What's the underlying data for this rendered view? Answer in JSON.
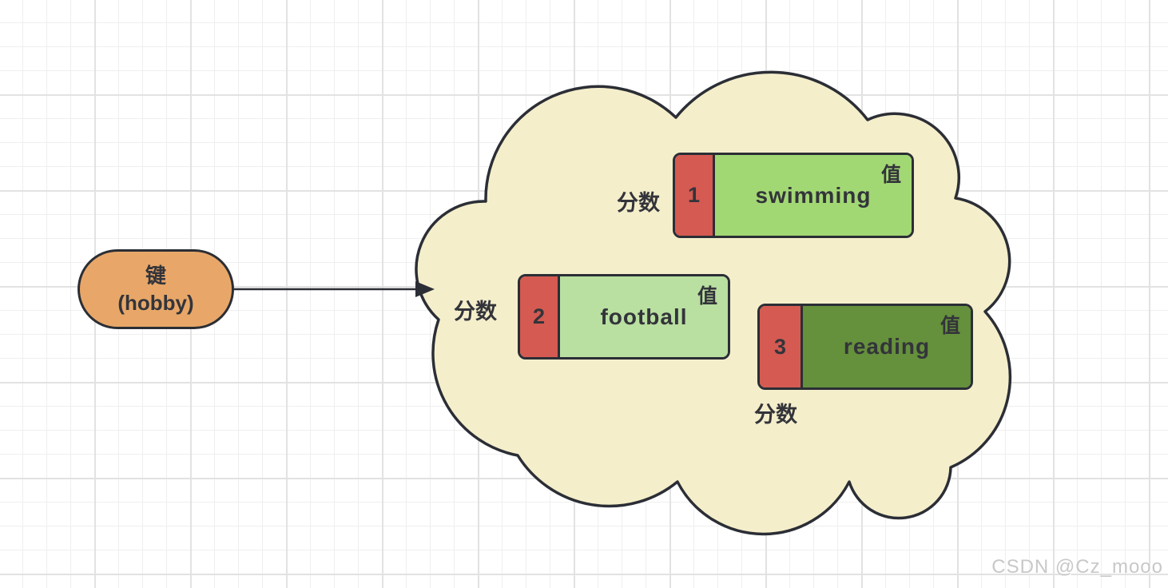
{
  "key_node": {
    "line1": "键",
    "line2": "(hobby)"
  },
  "cloud": {
    "fill": "#f4eecb",
    "stroke": "#2b2e35"
  },
  "colors": {
    "key_fill": "#e8a768",
    "score_fill": "#d45a52",
    "stroke": "#2b2e35",
    "text": "#33343a"
  },
  "members": [
    {
      "score_label": "分数",
      "score": "1",
      "value": "swimming",
      "value_label": "值",
      "value_fill": "#a2d874"
    },
    {
      "score_label": "分数",
      "score": "2",
      "value": "football",
      "value_label": "值",
      "value_fill": "#b9dfa1"
    },
    {
      "score_label": "分数",
      "score": "3",
      "value": "reading",
      "value_label": "值",
      "value_fill": "#65903c"
    }
  ],
  "watermark": "CSDN @Cz_mooo"
}
